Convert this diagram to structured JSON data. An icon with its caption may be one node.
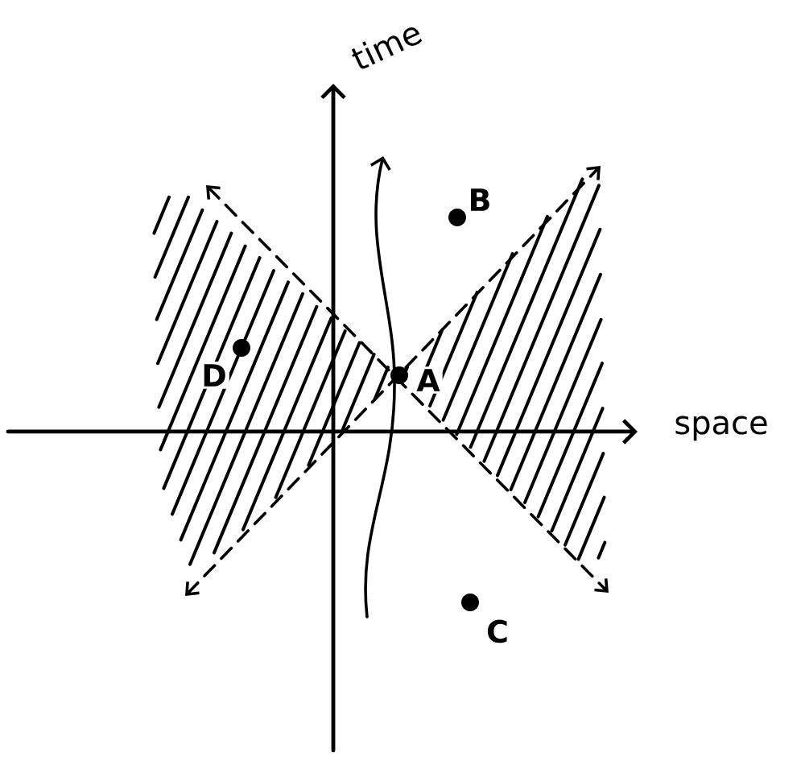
{
  "diagram": {
    "nodes": [
      {
        "text": [
          "B"
        ]
      },
      {
        "text": [
          "D"
        ]
      },
      {
        "text": [
          "A"
        ]
      },
      {
        "text": [
          "C"
        ]
      }
    ],
    "labels": [
      "time",
      "space"
    ]
  }
}
